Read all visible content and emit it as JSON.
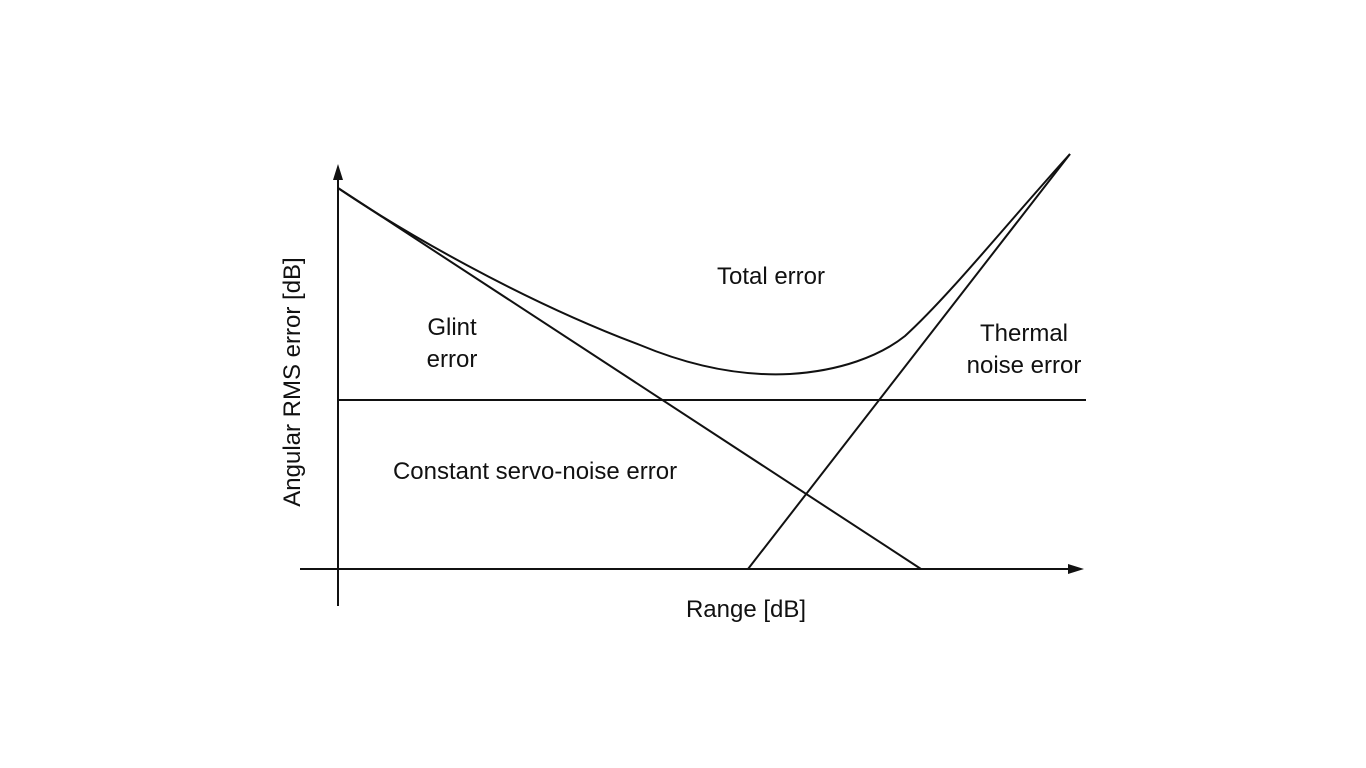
{
  "diagram": {
    "axes": {
      "x_label": "Range [dB]",
      "y_label": "Angular RMS error [dB]"
    },
    "curves": {
      "total": {
        "label": "Total error"
      },
      "glint": {
        "label_line1": "Glint",
        "label_line2": "error"
      },
      "thermal": {
        "label_line1": "Thermal",
        "label_line2": "noise error"
      },
      "servo": {
        "label": "Constant servo-noise error"
      }
    },
    "colors": {
      "stroke": "#111111",
      "background": "#ffffff"
    }
  }
}
